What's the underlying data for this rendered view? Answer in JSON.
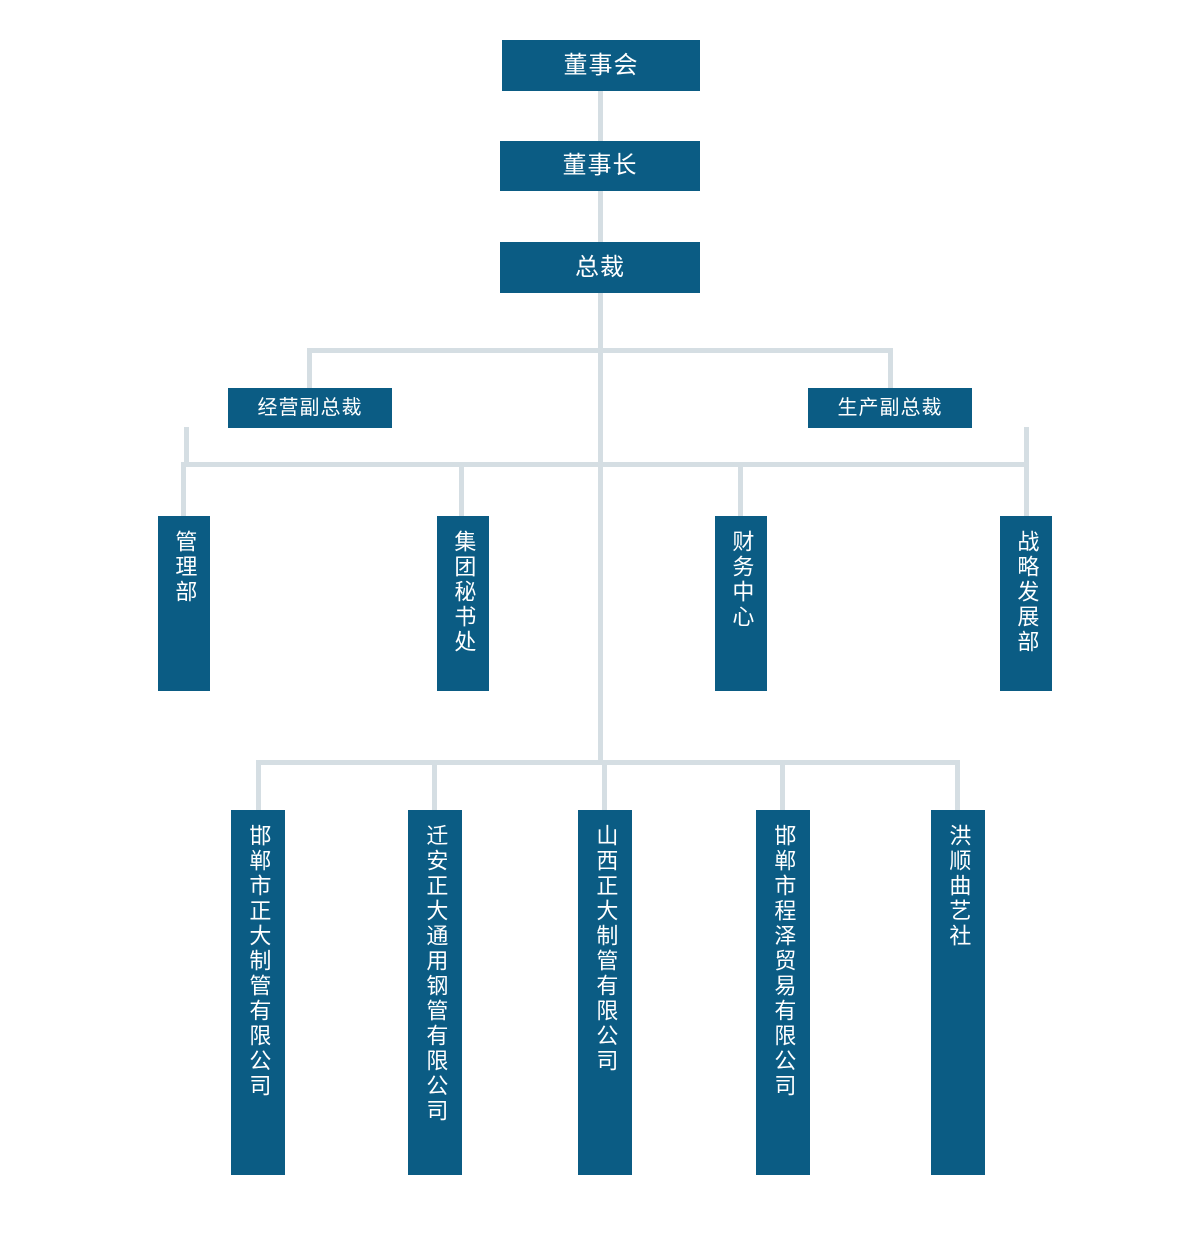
{
  "chart": {
    "title": "",
    "type": "org-chart",
    "colors": {
      "node_fill": "#0b5c84",
      "node_text": "#ffffff",
      "connector": "#d5dee3",
      "background": "#ffffff"
    }
  },
  "levels": {
    "board": {
      "label": "董事会"
    },
    "chairman": {
      "label": "董事长"
    },
    "president": {
      "label": "总裁"
    },
    "vps": [
      {
        "label": "经营副总裁"
      },
      {
        "label": "生产副总裁"
      }
    ],
    "departments": [
      {
        "label": "管理部"
      },
      {
        "label": "集团秘书处"
      },
      {
        "label": "财务中心"
      },
      {
        "label": "战略发展部"
      }
    ],
    "subsidiaries": [
      {
        "label": "邯郸市正大制管有限公司"
      },
      {
        "label": "迁安正大通用钢管有限公司"
      },
      {
        "label": "山西正大制管有限公司"
      },
      {
        "label": "邯郸市程泽贸易有限公司"
      },
      {
        "label": "洪顺曲艺社"
      }
    ]
  }
}
